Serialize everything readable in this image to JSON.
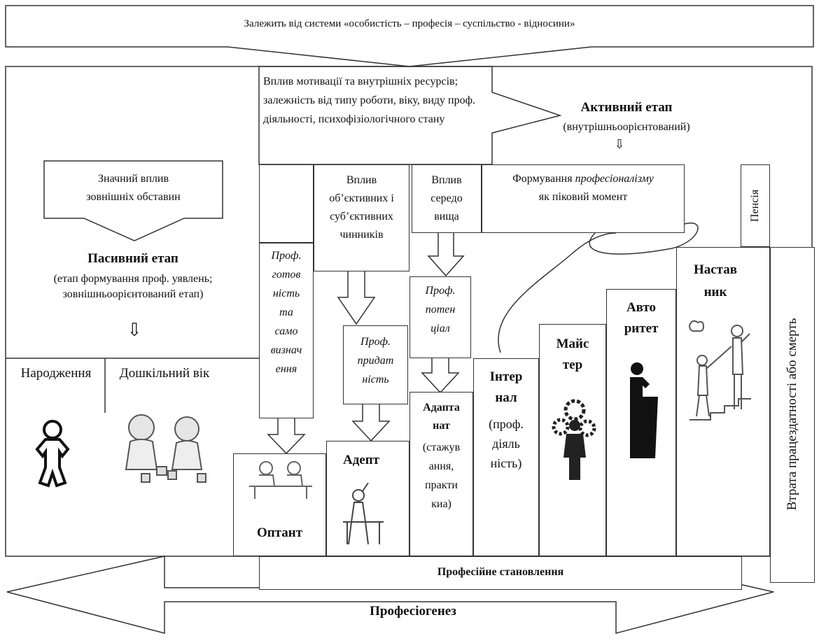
{
  "header": {
    "text": "Залежить від системи «особистість – професія – суспільство - відносини»"
  },
  "motivation": {
    "text": "Вплив мотивації та внутрішніх ресурсів; залежність від типу роботи, віку, виду проф. діяльності, психофізіологічного стану"
  },
  "active_stage": {
    "title": "Активний етап",
    "subtitle": "(внутрішньоорієнтований)",
    "arrow": "⇩"
  },
  "passive_stage": {
    "influence": "Значний вплив\nзовнішніх обставин",
    "title": "Пасивний етап",
    "subtitle": "(етап формування проф. уявлень;\nзовнішньоорієнтований етап)",
    "arrow": "⇩"
  },
  "early": {
    "birth": "Народження",
    "preschool": "Дошкільний вік"
  },
  "influences": {
    "obj_subj": "Вплив\nоб’єктивних і\nсуб’єктивних\nчинників",
    "environment": "Вплив\nсередо\nвища",
    "professionalism_prefix": "Формування ",
    "professionalism_italic": "професіоналізму",
    "professionalism_suffix": "як піковий момент"
  },
  "qualities": {
    "readiness": "Проф.\nготов\nність\nта\nсамо\nвизнач\nення",
    "suitability": "Проф.\nпридат\nність",
    "potential": "Проф.\nпотен\nціал"
  },
  "stages": {
    "optant": "Оптант",
    "adept": "Адепт",
    "adaptant_title": "Адапта\nнат",
    "adaptant_note": "(стажув\nання,\nпракти\nкиа)",
    "internal_title": "Інтер\nнал",
    "internal_note": "(проф.\nдіяль\nність)",
    "master": "Майс\nтер",
    "authority": "Авто\nритет",
    "mentor": "Настав\nник"
  },
  "pension": "Пенсія",
  "loss": "Втрата працездатності або смерть",
  "formation": "Професійне становлення",
  "genesis": "Професіогенез",
  "icons": [
    "baby-icon",
    "children-playing-icon",
    "school-desk-icon",
    "student-raising-hand-icon",
    "gear-worker-icon",
    "speaker-podium-icon",
    "mentor-stairs-icon"
  ]
}
